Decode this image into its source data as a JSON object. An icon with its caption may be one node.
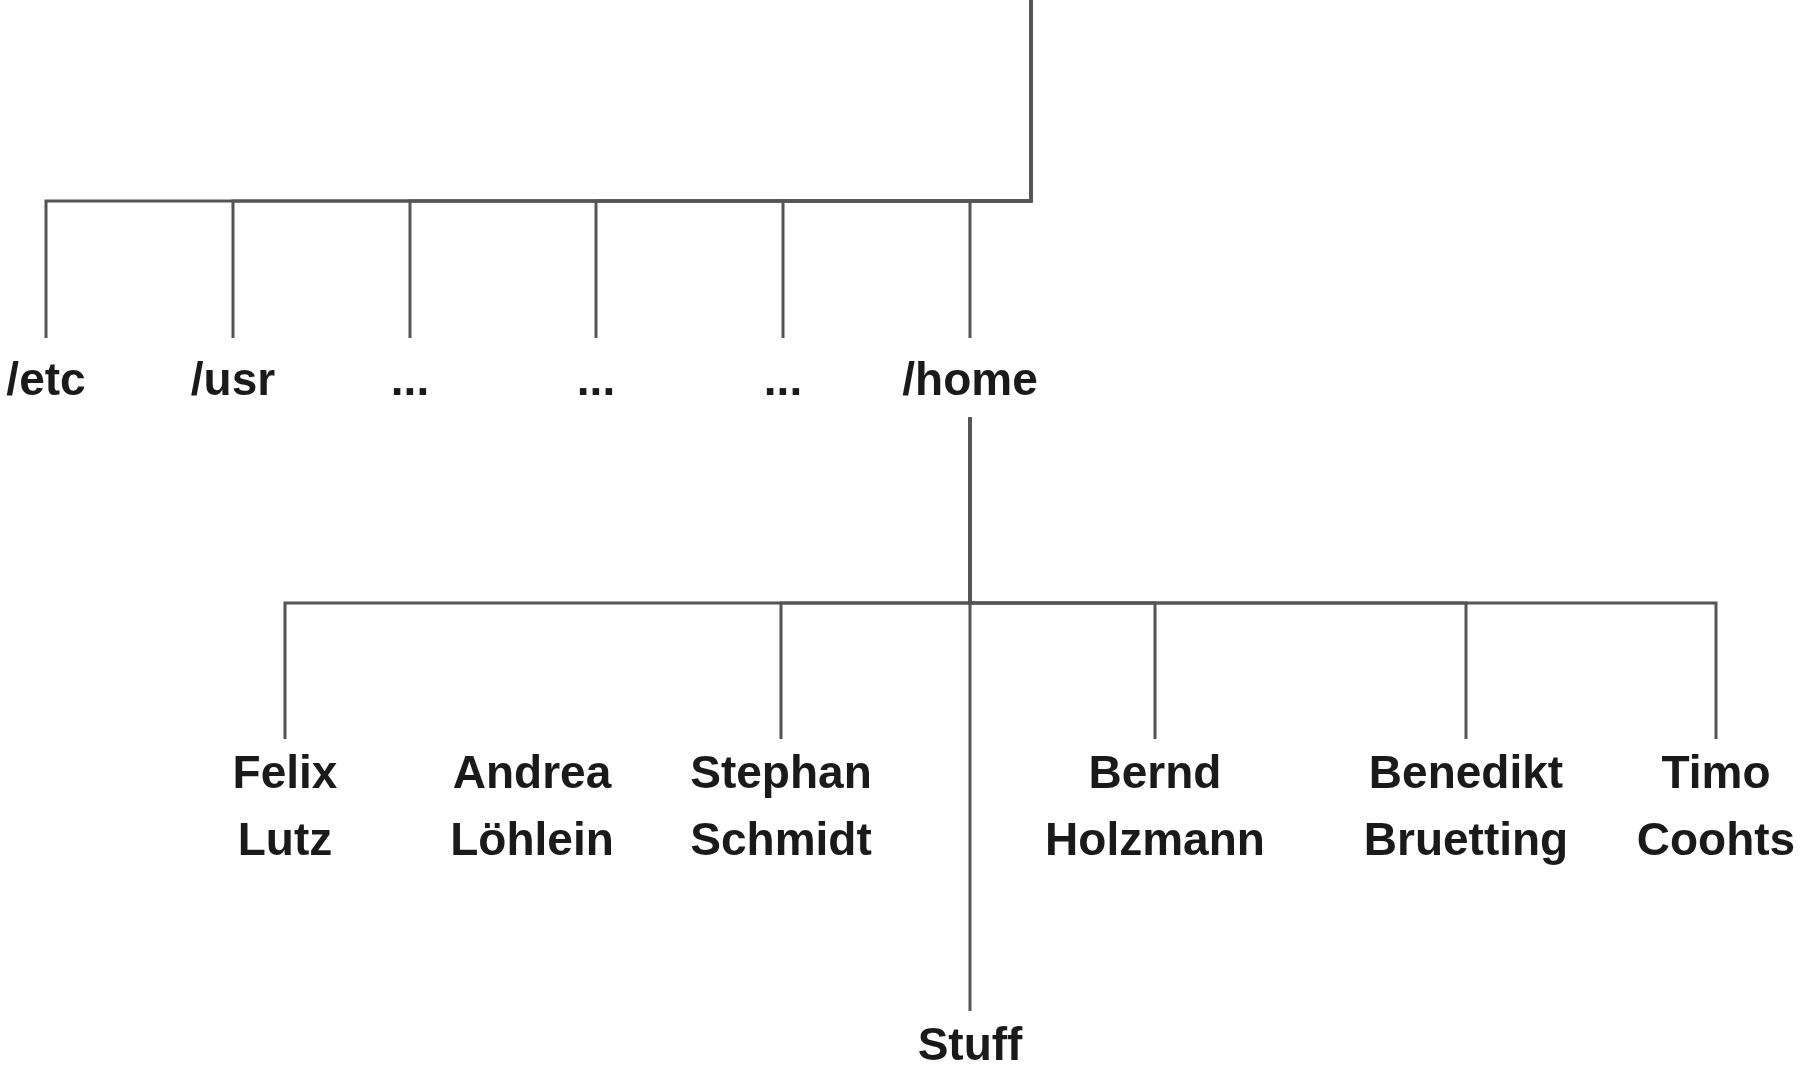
{
  "diagram": {
    "nodes": [
      {
        "text": [
          "/etc"
        ]
      },
      {
        "text": [
          "/usr"
        ]
      },
      {
        "text": [
          "..."
        ]
      },
      {
        "text": [
          "..."
        ]
      },
      {
        "text": [
          "..."
        ]
      },
      {
        "text": [
          "/home"
        ]
      },
      {
        "text": [
          "Felix Lutz"
        ]
      },
      {
        "text": [
          "Andrea Löhlein"
        ]
      },
      {
        "text": [
          "Stephan Schmidt"
        ]
      },
      {
        "text": [
          "Bernd Holzmann"
        ]
      },
      {
        "text": [
          "Benedikt Bruetting"
        ]
      },
      {
        "text": [
          "Timo Coohts"
        ]
      },
      {
        "text": [
          "Stuff"
        ]
      }
    ],
    "edges": [
      {
        "from": null,
        "to": 0,
        "arrow": "none"
      },
      {
        "from": null,
        "to": 1,
        "arrow": "none"
      },
      {
        "from": null,
        "to": 2,
        "arrow": "none"
      },
      {
        "from": null,
        "to": 3,
        "arrow": "none"
      },
      {
        "from": null,
        "to": 4,
        "arrow": "none"
      },
      {
        "from": null,
        "to": 5,
        "arrow": "none"
      },
      {
        "from": 5,
        "to": 6,
        "arrow": "none"
      },
      {
        "from": 5,
        "to": 8,
        "arrow": "none"
      },
      {
        "from": 5,
        "to": 9,
        "arrow": "none"
      },
      {
        "from": 5,
        "to": 10,
        "arrow": "none"
      },
      {
        "from": 5,
        "to": 11,
        "arrow": "none"
      },
      {
        "from": 5,
        "to": 12,
        "arrow": "none"
      }
    ]
  }
}
